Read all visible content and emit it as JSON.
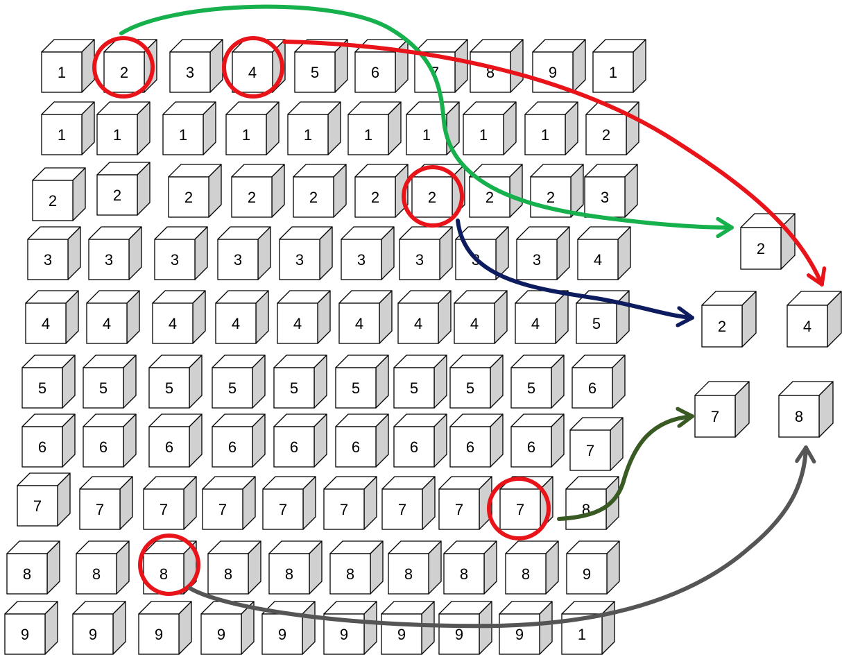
{
  "grid": {
    "rows": [
      [
        "1",
        "2",
        "3",
        "4",
        "5",
        "6",
        "7",
        "8",
        "9",
        "1"
      ],
      [
        "1",
        "1",
        "1",
        "1",
        "1",
        "1",
        "1",
        "1",
        "1",
        "2"
      ],
      [
        "2",
        "2",
        "2",
        "2",
        "2",
        "2",
        "2",
        "2",
        "2",
        "3"
      ],
      [
        "3",
        "3",
        "3",
        "3",
        "3",
        "3",
        "3",
        "3",
        "3",
        "4"
      ],
      [
        "4",
        "4",
        "4",
        "4",
        "4",
        "4",
        "4",
        "4",
        "4",
        "5"
      ],
      [
        "5",
        "5",
        "5",
        "5",
        "5",
        "5",
        "5",
        "5",
        "5",
        "6"
      ],
      [
        "6",
        "6",
        "6",
        "6",
        "6",
        "6",
        "6",
        "6",
        "6",
        "7"
      ],
      [
        "7",
        "7",
        "7",
        "7",
        "7",
        "7",
        "7",
        "7",
        "7",
        "8"
      ],
      [
        "8",
        "8",
        "8",
        "8",
        "8",
        "8",
        "8",
        "8",
        "8",
        "9"
      ],
      [
        "9",
        "9",
        "9",
        "9",
        "9",
        "9",
        "9",
        "9",
        "9",
        "1"
      ]
    ]
  },
  "selected_cubes": [
    {
      "label": "2"
    },
    {
      "label": "2"
    },
    {
      "label": "4"
    },
    {
      "label": "7"
    },
    {
      "label": "8"
    }
  ],
  "colors": {
    "cube_front": "#ffffff",
    "cube_side": "#d0d0d0",
    "cube_top": "#ffffff",
    "cube_stroke": "#000000",
    "highlight_circle": "#e8141a",
    "arrow_green": "#16b04c",
    "arrow_red": "#e8141a",
    "arrow_navy": "#0d1c5e",
    "arrow_dark_green": "#3a5a24",
    "arrow_gray": "#555555"
  }
}
